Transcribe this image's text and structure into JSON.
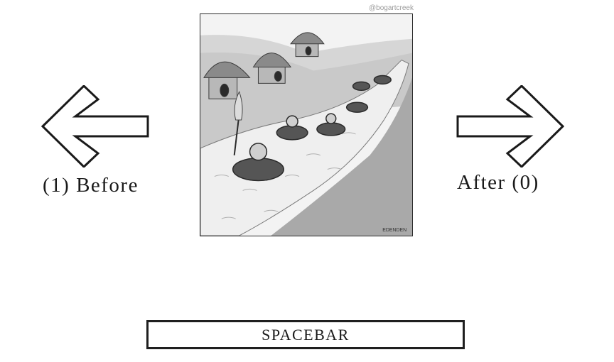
{
  "navigation": {
    "before_label": "(1) Before",
    "after_label": "After (0)"
  },
  "comic": {
    "watermark": "@bogartcreek",
    "signature": "EDENDEN"
  },
  "spacebar": {
    "label": "SPACEBAR"
  },
  "colors": {
    "ink": "#1a1a1a",
    "page_background": "#ffffff",
    "comic_background": "#f4f4f4"
  }
}
